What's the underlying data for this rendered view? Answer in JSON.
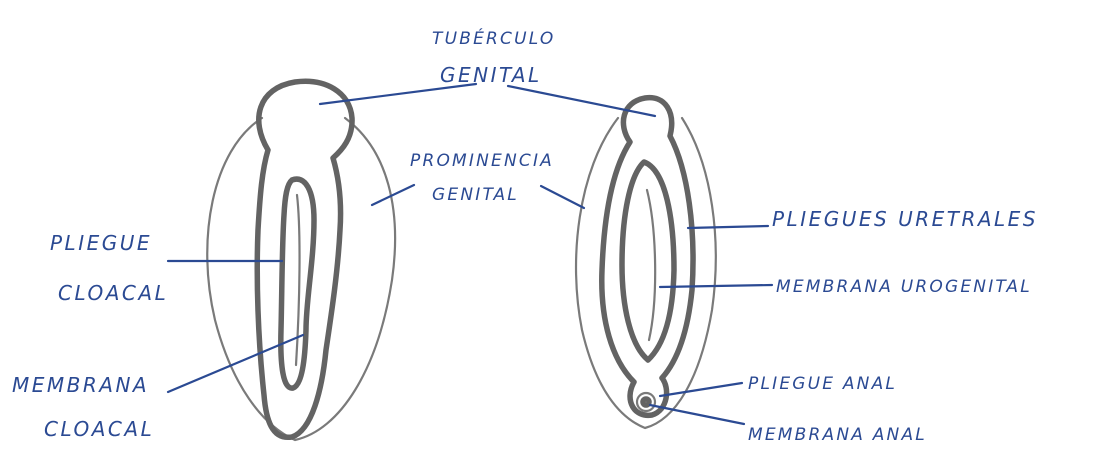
{
  "labels": {
    "tuberculo_line1": "TUBÉRCULO",
    "tuberculo_line2": "GENITAL",
    "prominencia_line1": "PROMINENCIA",
    "prominencia_line2": "GENITAL",
    "pliegue_cloacal_line1": "PLIEGUE",
    "pliegue_cloacal_line2": "CLOACAL",
    "membrana_cloacal_line1": "MEMBRANA",
    "membrana_cloacal_line2": "CLOACAL",
    "pliegues_uretrales": "PLIEGUES URETRALES",
    "membrana_urogenital": "MEMBRANA UROGENITAL",
    "pliegue_anal": "PLIEGUE ANAL",
    "membrana_anal": "MEMBRANA ANAL"
  },
  "colors": {
    "label_ink": "#2b4a93",
    "outline_ink": "#636363",
    "background": "#ffffff"
  }
}
